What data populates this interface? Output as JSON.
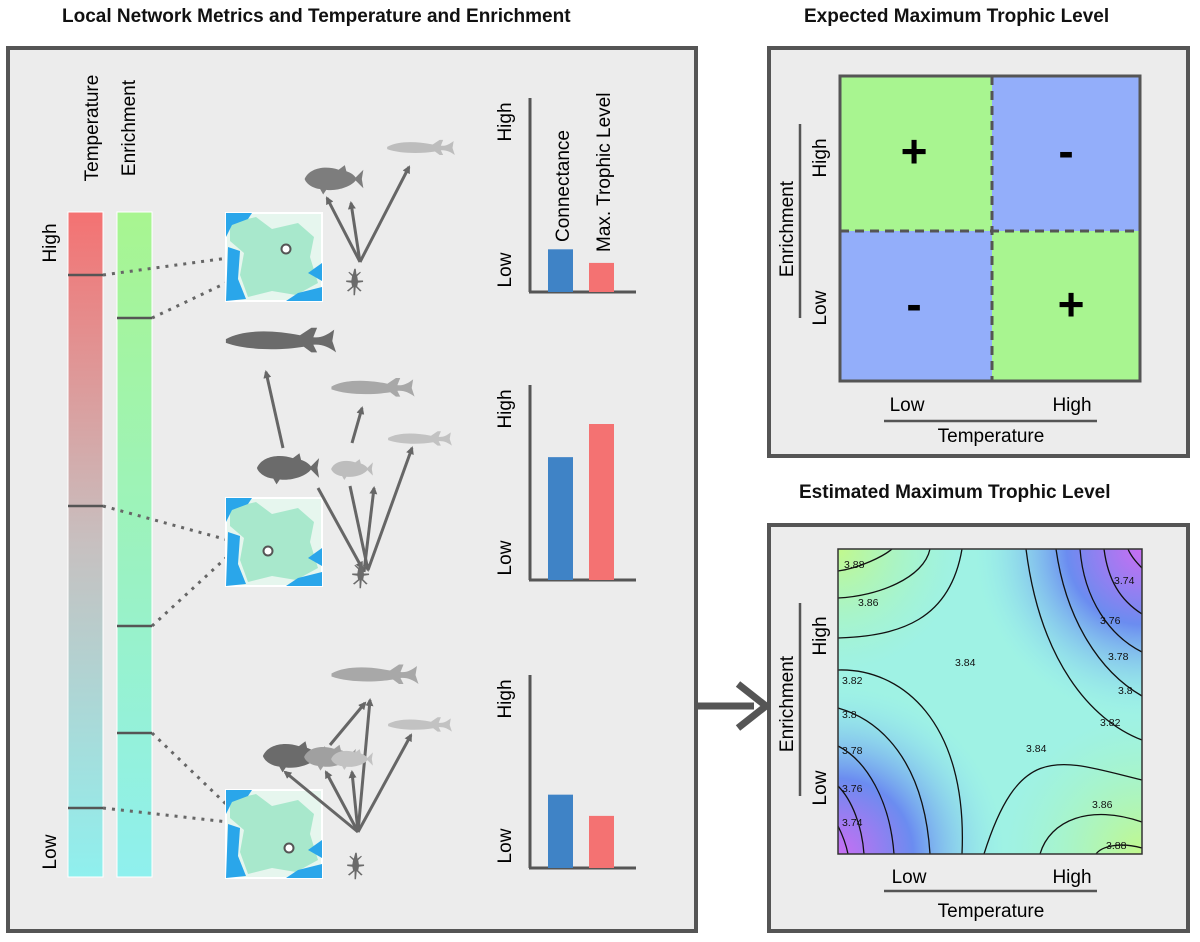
{
  "titles": {
    "left": "Local Network Metrics and Temperature and Enrichment",
    "expected": "Expected Maximum Trophic Level",
    "estimated": "Estimated Maximum Trophic Level"
  },
  "gradient": {
    "temperature_label": "Temperature",
    "enrichment_label": "Enrichment",
    "high": "High",
    "low": "Low"
  },
  "bars": {
    "series": [
      "Connectance",
      "Max. Trophic Level"
    ],
    "high": "High",
    "low": "Low",
    "panels": [
      {
        "connectance": 0.22,
        "max_trophic_level": 0.15
      },
      {
        "connectance": 0.63,
        "max_trophic_level": 0.8
      },
      {
        "connectance": 0.38,
        "max_trophic_level": 0.27
      }
    ]
  },
  "expected": {
    "cells": [
      "+",
      "-",
      "-",
      "+"
    ],
    "x_label": "Temperature",
    "y_label": "Enrichment",
    "x_ticks": [
      "Low",
      "High"
    ],
    "y_ticks": [
      "Low",
      "High"
    ]
  },
  "estimated": {
    "x_label": "Temperature",
    "y_label": "Enrichment",
    "x_ticks": [
      "Low",
      "High"
    ],
    "y_ticks": [
      "Low",
      "High"
    ],
    "contour_labels": [
      "3.88",
      "3.86",
      "3.84",
      "3.82",
      "3.8",
      "3.78",
      "3.76",
      "3.74",
      "3.74",
      "3.76",
      "3.78",
      "3.8",
      "3.82",
      "3.84",
      "3.86",
      "3.88"
    ]
  },
  "colors": {
    "connectance": "#3f83c6",
    "trophic": "#f47272",
    "plus_cell": "#a8f590",
    "minus_cell": "#93aefa",
    "temperature_top": "#f47272",
    "temperature_bottom": "#8ff0ee",
    "enrichment_top": "#a8f590",
    "enrichment_bottom": "#8ff0ee",
    "panel_fill": "#ececec",
    "frame": "#555555",
    "silhouette": "#6b6b6b"
  }
}
